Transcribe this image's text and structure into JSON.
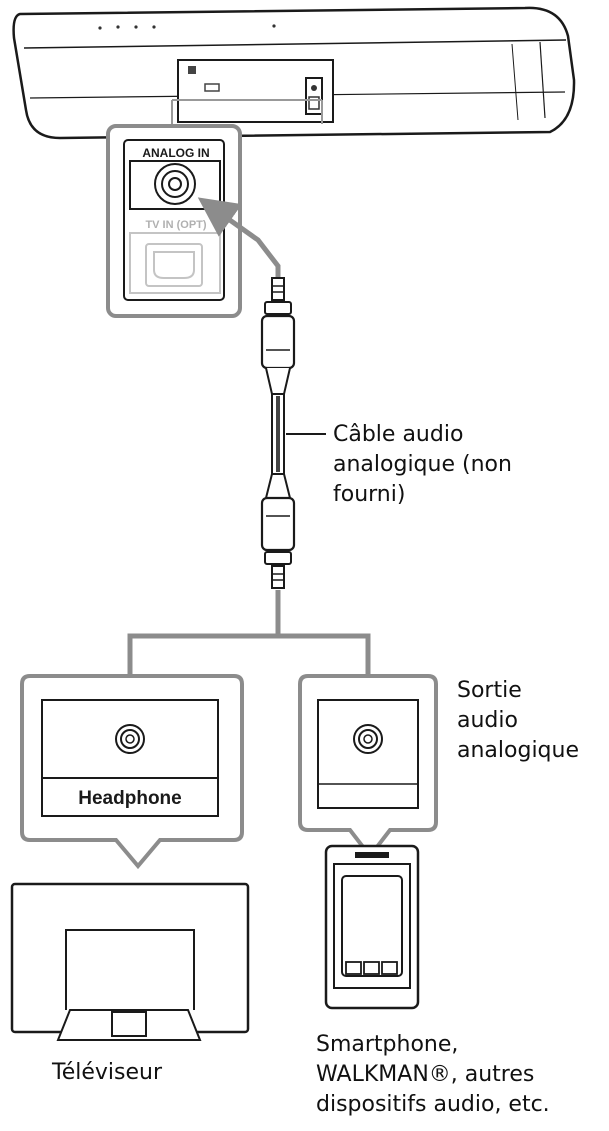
{
  "soundbar": {
    "analog_in_label": "ANALOG IN",
    "tv_in_label": "TV IN (OPT)"
  },
  "cable_label": [
    "Câble audio",
    "analogique (non",
    "fourni)"
  ],
  "tv_panel": {
    "headphone_label": "Headphone"
  },
  "output_label": [
    "Sortie",
    "audio",
    "analogique"
  ],
  "tv_label": "Téléviseur",
  "phone_label": [
    "Smartphone,",
    "WALKMAN®, autres",
    "dispositifs audio, etc."
  ]
}
